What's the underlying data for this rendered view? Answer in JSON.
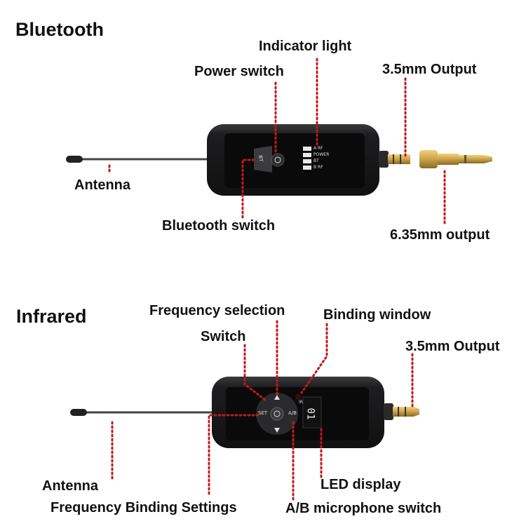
{
  "bluetooth": {
    "title": "Bluetooth",
    "labels": {
      "indicator_light": "Indicator light",
      "power_switch": "Power switch",
      "output_35": "3.5mm Output",
      "antenna": "Antenna",
      "bluetooth_switch": "Bluetooth switch",
      "output_635": "6.35mm output"
    },
    "device": {
      "bt_key": "BT",
      "indicators": [
        "A RF",
        "POWER",
        "BT",
        "B RF"
      ]
    }
  },
  "infrared": {
    "title": "Infrared",
    "labels": {
      "frequency_selection": "Frequency selection",
      "binding_window": "Binding window",
      "switch": "Switch",
      "output_35": "3.5mm Output",
      "antenna": "Antenna",
      "frequency_binding_settings": "Frequency Binding Settings",
      "led_display": "LED display",
      "ab_switch": "A/B microphone switch"
    },
    "device": {
      "set_key": "SET",
      "ab_key": "A/B",
      "ir_mark": "IR",
      "display_channel": "01"
    }
  },
  "colors": {
    "leader": "#c0181e",
    "device_body": "#1c1c1e",
    "panel": "#0a0a0b",
    "gold": "#c9a24a"
  }
}
